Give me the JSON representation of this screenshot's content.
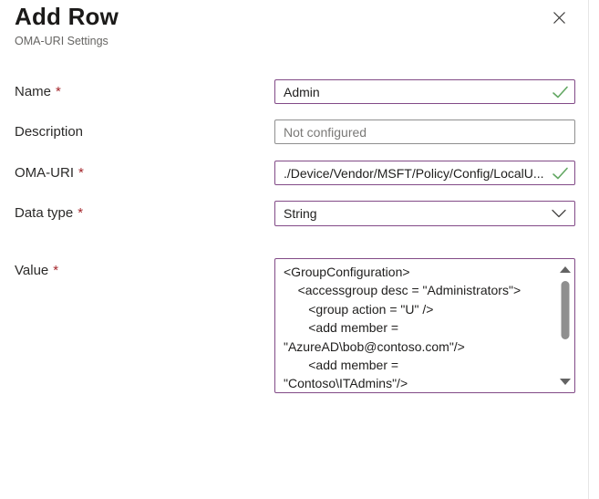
{
  "panel": {
    "title": "Add Row",
    "subtitle": "OMA-URI Settings"
  },
  "colors": {
    "accent_border_purple": "#824a87",
    "valid_green": "#62a762",
    "required_red": "#a4262c",
    "neutral_border_gray": "#8f8f8f"
  },
  "fields": {
    "name": {
      "label": "Name",
      "required_marker": "*",
      "value": "Admin",
      "valid": true
    },
    "description": {
      "label": "Description",
      "placeholder": "Not configured"
    },
    "oma_uri": {
      "label": "OMA-URI",
      "required_marker": "*",
      "value": "./Device/Vendor/MSFT/Policy/Config/LocalU...",
      "valid": true
    },
    "data_type": {
      "label": "Data type",
      "required_marker": "*",
      "value": "String"
    },
    "value": {
      "label": "Value",
      "required_marker": "*",
      "value": "<GroupConfiguration>\n    <accessgroup desc = \"Administrators\">\n       <group action = \"U\" />\n       <add member =\n\"AzureAD\\bob@contoso.com\"/>\n       <add member =\n\"Contoso\\ITAdmins\"/>"
    }
  },
  "icons": {
    "close": "close-icon",
    "valid_check": "checkmark-icon",
    "dropdown_chevron": "chevron-down-icon",
    "scroll_up": "scroll-up-arrow-icon",
    "scroll_down": "scroll-down-arrow-icon"
  }
}
